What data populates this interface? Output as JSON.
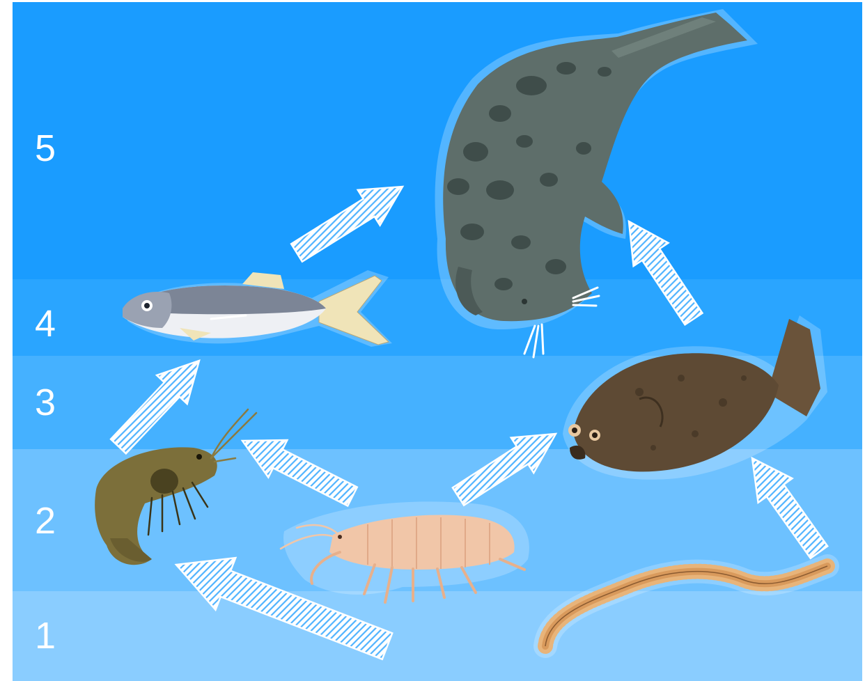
{
  "levels": [
    {
      "label": "5",
      "color": "#1a9cff"
    },
    {
      "label": "4",
      "color": "#2aa5ff"
    },
    {
      "label": "3",
      "color": "#45b1ff"
    },
    {
      "label": "2",
      "color": "#6dc1ff"
    },
    {
      "label": "1",
      "color": "#8acdff"
    }
  ],
  "organisms": [
    "seal-icon",
    "herring-icon",
    "flounder-icon",
    "shrimp-icon",
    "amphipod-icon",
    "ragworm-icon"
  ],
  "colors": {
    "seal": "#5e6e6a",
    "seal_spots": "#3f4d4a",
    "fish_back": "#7c8596",
    "fish_belly": "#eef0f4",
    "fin": "#f0e4b8",
    "flounder": "#5e4a34",
    "shrimp": "#7c6f3a",
    "amphipod": "#f1c6a8",
    "worm": "#e8b47a",
    "arrow": "#ffffff"
  }
}
